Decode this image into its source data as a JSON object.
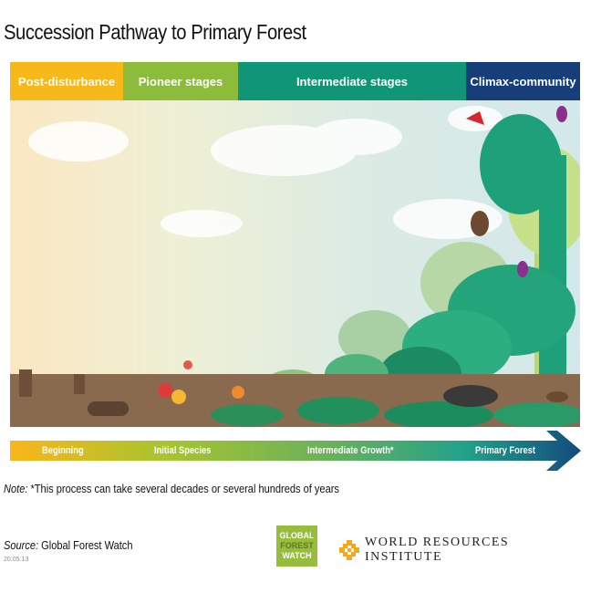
{
  "title": "Succession Pathway to Primary Forest",
  "stages": [
    {
      "label": "Post-disturbance",
      "color": "#f7b81a"
    },
    {
      "label": "Pioneer stages",
      "color": "#8dbb3c"
    },
    {
      "label": "Intermediate stages",
      "color": "#109577"
    },
    {
      "label": "Climax-community",
      "color": "#163f7a"
    }
  ],
  "timeline": [
    "Beginning",
    "Initial Species",
    "Intermediate Growth*",
    "Primary Forest"
  ],
  "note": {
    "prefix": "Note:",
    "text": "*This process can take several decades or several hundreds of years"
  },
  "source": {
    "prefix": "Source:",
    "text": "Global Forest Watch"
  },
  "date": "20.05.13",
  "logos": {
    "gfw": [
      "GLOBAL",
      "FOREST",
      "WATCH"
    ],
    "wri": "WORLD RESOURCES INSTITUTE"
  }
}
